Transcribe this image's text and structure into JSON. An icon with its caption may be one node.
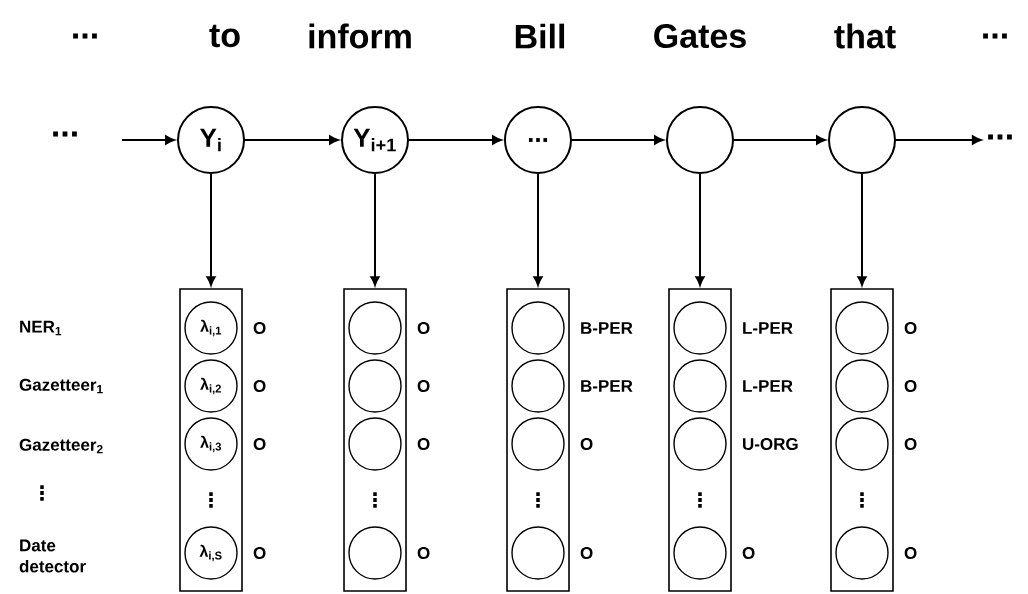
{
  "diagram": {
    "nodes": [
      {
        "text": [
          "Y$_{i}$"
        ]
      },
      {
        "text": [
          "Y$_{i+1}$"
        ]
      },
      {
        "text": [
          "..."
        ]
      },
      {
        "text": [],
        "shape": "circle"
      },
      {
        "text": [],
        "shape": "circle"
      },
      {
        "text": [
          "..."
        ]
      },
      {
        "text": [
          "⋮"
        ]
      },
      {
        "text": [
          "λ$_{i,1}$"
        ],
        "in": 6,
        "beside": [
          "O"
        ]
      },
      {
        "text": [
          "λ$_{i,2}$"
        ],
        "in": 6,
        "beside": [
          "O"
        ]
      },
      {
        "text": [
          "λ$_{i,3}$"
        ],
        "in": 6,
        "beside": [
          "O"
        ]
      },
      {
        "text": [
          "λ$_{i,S}$"
        ],
        "in": 6,
        "beside": [
          "O"
        ]
      },
      {
        "text": [
          "⋮"
        ]
      },
      {
        "text": [],
        "shape": "circle",
        "in": 11,
        "beside": [
          "O"
        ]
      },
      {
        "text": [],
        "shape": "circle",
        "in": 11,
        "beside": [
          "O"
        ]
      },
      {
        "text": [],
        "shape": "circle",
        "in": 11,
        "beside": [
          "O"
        ]
      },
      {
        "text": [],
        "shape": "circle",
        "in": 11,
        "beside": [
          "O"
        ]
      },
      {
        "text": [
          "⋮"
        ]
      },
      {
        "text": [],
        "shape": "circle",
        "in": 16,
        "beside": [
          "B-PER"
        ]
      },
      {
        "text": [],
        "shape": "circle",
        "in": 16,
        "beside": [
          "B-PER"
        ]
      },
      {
        "text": [],
        "shape": "circle",
        "in": 16,
        "beside": [
          "O"
        ]
      },
      {
        "text": [],
        "shape": "circle",
        "in": 16,
        "beside": [
          "O"
        ]
      },
      {
        "text": [
          "⋮"
        ]
      },
      {
        "text": [],
        "shape": "circle",
        "in": 21,
        "beside": [
          "L-PER"
        ]
      },
      {
        "text": [],
        "shape": "circle",
        "in": 21,
        "beside": [
          "L-PER"
        ]
      },
      {
        "text": [],
        "shape": "circle",
        "in": 21,
        "beside": [
          "U-ORG"
        ]
      },
      {
        "text": [],
        "shape": "circle",
        "in": 21,
        "beside": [
          "O"
        ]
      },
      {
        "text": [
          "⋮"
        ]
      },
      {
        "text": [],
        "shape": "circle",
        "in": 26,
        "beside": [
          "O"
        ]
      },
      {
        "text": [],
        "shape": "circle",
        "in": 26,
        "beside": [
          "O"
        ]
      },
      {
        "text": [],
        "shape": "circle",
        "in": 26,
        "beside": [
          "O"
        ]
      },
      {
        "text": [],
        "shape": "circle",
        "in": 26,
        "beside": [
          "O"
        ]
      }
    ],
    "edges": [
      {
        "from": null,
        "to": 0,
        "arrow": "to"
      },
      {
        "from": 0,
        "to": 1,
        "arrow": "to"
      },
      {
        "from": 1,
        "to": 2,
        "arrow": "to"
      },
      {
        "from": 2,
        "to": 3,
        "arrow": "to"
      },
      {
        "from": 3,
        "to": 4,
        "arrow": "to"
      },
      {
        "from": 4,
        "to": 5,
        "arrow": "to"
      },
      {
        "from": 0,
        "to": 6,
        "arrow": "to"
      },
      {
        "from": 1,
        "to": 11,
        "arrow": "to"
      },
      {
        "from": 2,
        "to": 16,
        "arrow": "to"
      },
      {
        "from": 3,
        "to": 21,
        "arrow": "to"
      },
      {
        "from": 4,
        "to": 26,
        "arrow": "to"
      }
    ],
    "labels": [
      "...",
      "to",
      "inform",
      "Bill",
      "Gates",
      "that",
      "...",
      "...",
      "NER$_{1}$",
      "Gazetteer$_{1}$",
      "Gazetteer$_{2}$",
      "⋮",
      "Date detector"
    ]
  }
}
